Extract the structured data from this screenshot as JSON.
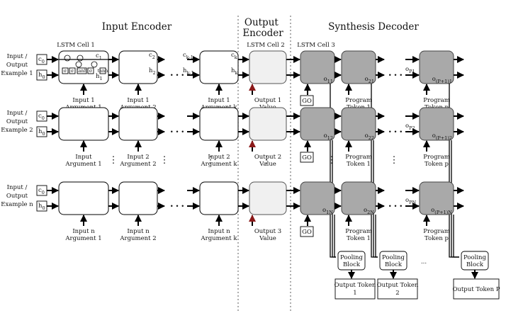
{
  "sections": {
    "input_encoder": "Input Encoder",
    "output_encoder": "Output Encoder",
    "synthesis_decoder": "Synthesis Decoder"
  },
  "cell_titles": [
    "LSTM Cell 1",
    "LSTM Cell 2",
    "LSTM Cell 3"
  ],
  "examples": [
    {
      "label": "Input / Output Example 1",
      "c": "c0",
      "h": "h0",
      "inputs": [
        "Input 1 Argument 1",
        "Input 1 Argument 2",
        "Input 1 Argument k"
      ],
      "output_value": "Output 1 Value",
      "mid_c": "c1",
      "mid_h": "h1",
      "c2": "c2",
      "h2": "h2",
      "ck1": "ck-1",
      "hk1": "hk-1",
      "ck": "ck",
      "hk": "hk",
      "o_labels": [
        "o11",
        "o21",
        "oP1",
        "o(P+1)1"
      ]
    },
    {
      "label": "Input / Output Example 2",
      "c": "c0",
      "h": "h0",
      "inputs": [
        "Input Argument 1",
        "Input 2 Argument 2",
        "Input 2 Argument k"
      ],
      "output_value": "Output 2 Value",
      "o_labels": [
        "o12",
        "o22",
        "oP2",
        "o(P+1)2"
      ]
    },
    {
      "label": "Input / Output Example n",
      "c": "c0",
      "h": "h0",
      "inputs": [
        "Input n Argument 1",
        "Input n Argument 2",
        "Input n Argument k"
      ],
      "output_value": "Output 3 Value",
      "o_labels": [
        "o1N",
        "o2N",
        "oPN",
        "o(P+1)N"
      ]
    }
  ],
  "decoder_inputs": [
    "GO",
    "Program Token 1",
    "Program Token p"
  ],
  "lstm_gates": [
    "σ",
    "σ",
    "tanh",
    "σ",
    "tanh"
  ],
  "pooling_block": "Pooling Block",
  "output_tokens": [
    "Output Token 1",
    "Output Token 2",
    "Output Token P"
  ],
  "ellipsis": "..."
}
